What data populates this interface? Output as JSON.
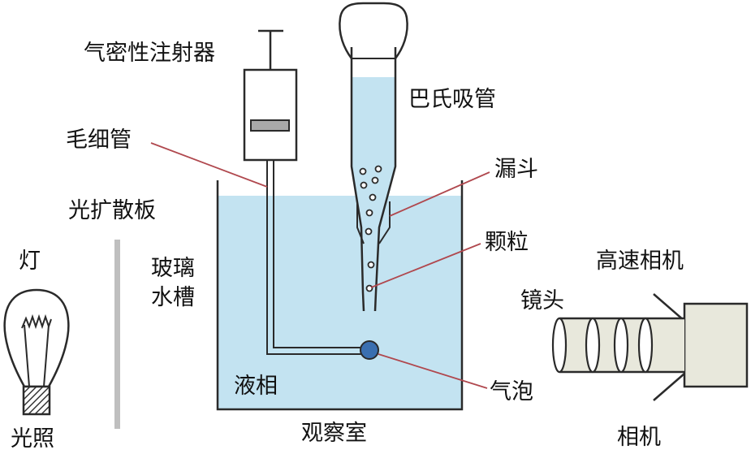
{
  "labels": {
    "syringe": "气密性注射器",
    "pipette": "巴氏吸管",
    "capillary": "毛细管",
    "funnel": "漏斗",
    "diffuser": "光扩散板",
    "particles": "颗粒",
    "lamp": "灯",
    "tank_line1": "玻璃",
    "tank_line2": "水槽",
    "high_speed_camera": "高速相机",
    "lens": "镜头",
    "liquid_phase": "液相",
    "bubble": "气泡",
    "lighting": "光照",
    "observation_chamber": "观察室",
    "camera": "相机"
  },
  "colors": {
    "water": "#c3e3f1",
    "bubble": "#3a6fb0",
    "leader": "#b0484e",
    "outline": "#2a2a2a",
    "diffuser": "#bfbfbf",
    "camera_body": "#e8e8dc"
  }
}
